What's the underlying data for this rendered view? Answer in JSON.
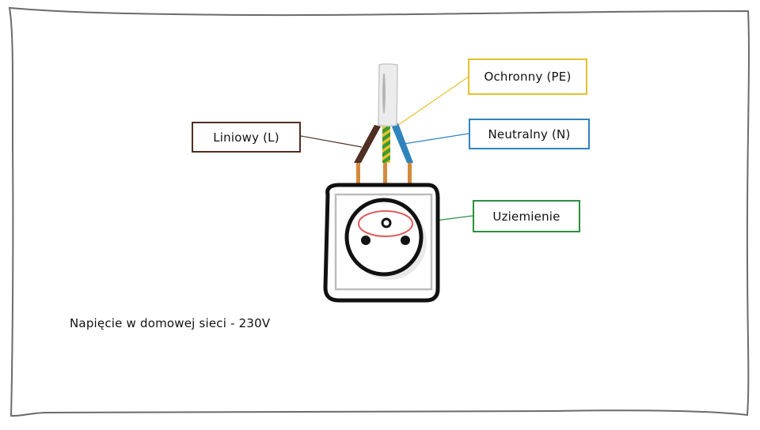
{
  "diagram": {
    "title": "Podłączenie gniazdka 230V",
    "labels": {
      "protective": "Ochronny (PE)",
      "neutral": "Neutralny (N)",
      "line": "Liniowy (L)",
      "ground": "Uziemienie"
    },
    "caption": "Napięcie w domowej sieci - 230V",
    "colors": {
      "frame": "#6b6b6b",
      "protective_wire": "#e8c02f",
      "protective_wire_stripe": "#3c9a2f",
      "neutral_wire": "#2e84bd",
      "line_wire": "#4e2f22",
      "ground_highlight": "#e05a5a",
      "ground_leader": "#2e8f3f",
      "copper": "#d48a3c",
      "cable_sheath": "#e9e9e9",
      "socket_outline": "#111111"
    },
    "wires": [
      {
        "name": "line",
        "label": "Liniowy (L)"
      },
      {
        "name": "protective",
        "label": "Ochronny (PE)"
      },
      {
        "name": "neutral",
        "label": "Neutralny (N)"
      }
    ]
  }
}
